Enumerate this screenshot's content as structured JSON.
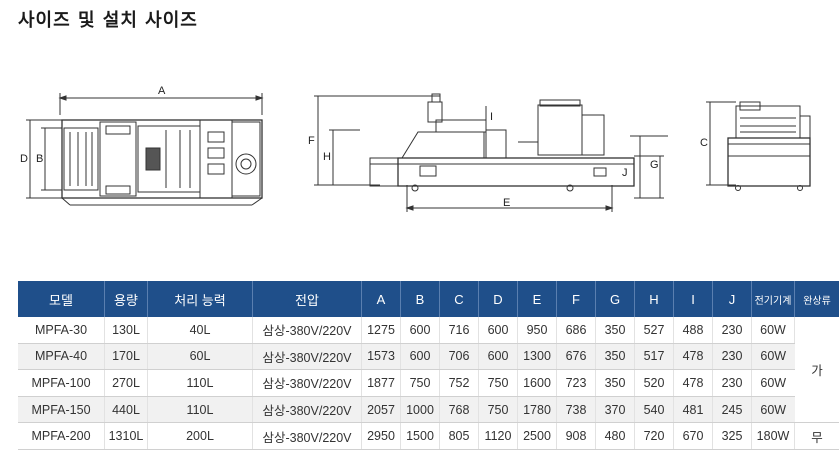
{
  "title": "사이즈 및 설치 사이즈",
  "dimension_labels": {
    "a": "A",
    "b": "B",
    "c": "C",
    "d": "D",
    "e": "E",
    "f": "F",
    "g": "G",
    "h": "H",
    "i": "I",
    "j": "J"
  },
  "table": {
    "headers": [
      "모델",
      "용량",
      "처리 능력",
      "전압",
      "A",
      "B",
      "C",
      "D",
      "E",
      "F",
      "G",
      "H",
      "I",
      "J",
      "전기기계",
      "완상류"
    ],
    "rows": [
      [
        "MPFA-30",
        "130L",
        "40L",
        "삼상-380V/220V",
        "1275",
        "600",
        "716",
        "600",
        "950",
        "686",
        "350",
        "527",
        "488",
        "230",
        "60W"
      ],
      [
        "MPFA-40",
        "170L",
        "60L",
        "삼상-380V/220V",
        "1573",
        "600",
        "706",
        "600",
        "1300",
        "676",
        "350",
        "517",
        "478",
        "230",
        "60W"
      ],
      [
        "MPFA-100",
        "270L",
        "110L",
        "삼상-380V/220V",
        "1877",
        "750",
        "752",
        "750",
        "1600",
        "723",
        "350",
        "520",
        "478",
        "230",
        "60W"
      ],
      [
        "MPFA-150",
        "440L",
        "110L",
        "삼상-380V/220V",
        "2057",
        "1000",
        "768",
        "750",
        "1780",
        "738",
        "370",
        "540",
        "481",
        "245",
        "60W"
      ],
      [
        "MPFA-200",
        "1310L",
        "200L",
        "삼상-380V/220V",
        "2950",
        "1500",
        "805",
        "1120",
        "2500",
        "908",
        "480",
        "720",
        "670",
        "325",
        "180W"
      ]
    ],
    "last_col_group1": "가",
    "last_col_group2": "무"
  }
}
